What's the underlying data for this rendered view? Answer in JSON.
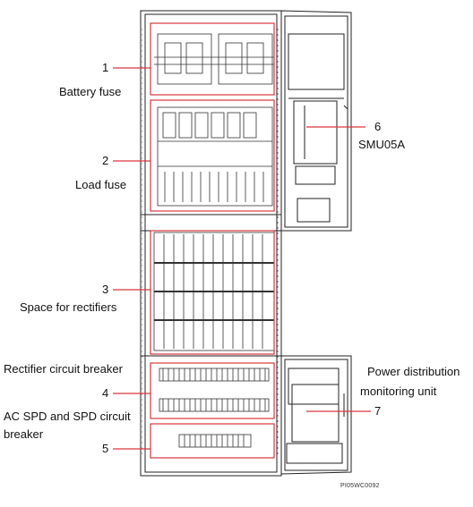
{
  "callouts": [
    {
      "number": "1",
      "label": "Battery fuse"
    },
    {
      "number": "2",
      "label": "Load fuse"
    },
    {
      "number": "3",
      "label": "Space for rectifiers"
    },
    {
      "number": "4",
      "label": "Rectifier circuit breaker"
    },
    {
      "number": "5",
      "label": "AC SPD and SPD circuit breaker"
    },
    {
      "number": "6",
      "label": "SMU05A"
    },
    {
      "number": "7",
      "label": "Power distribution monitoring unit"
    }
  ],
  "label_lines": {
    "c5_line1": "AC SPD and SPD circuit",
    "c5_line2": "breaker",
    "c7_line1": "Power distribution",
    "c7_line2": "monitoring unit"
  },
  "figure_code": "PI05WC0092",
  "colors": {
    "callout_box": "#d9363e",
    "cabinet_line": "#222222"
  }
}
